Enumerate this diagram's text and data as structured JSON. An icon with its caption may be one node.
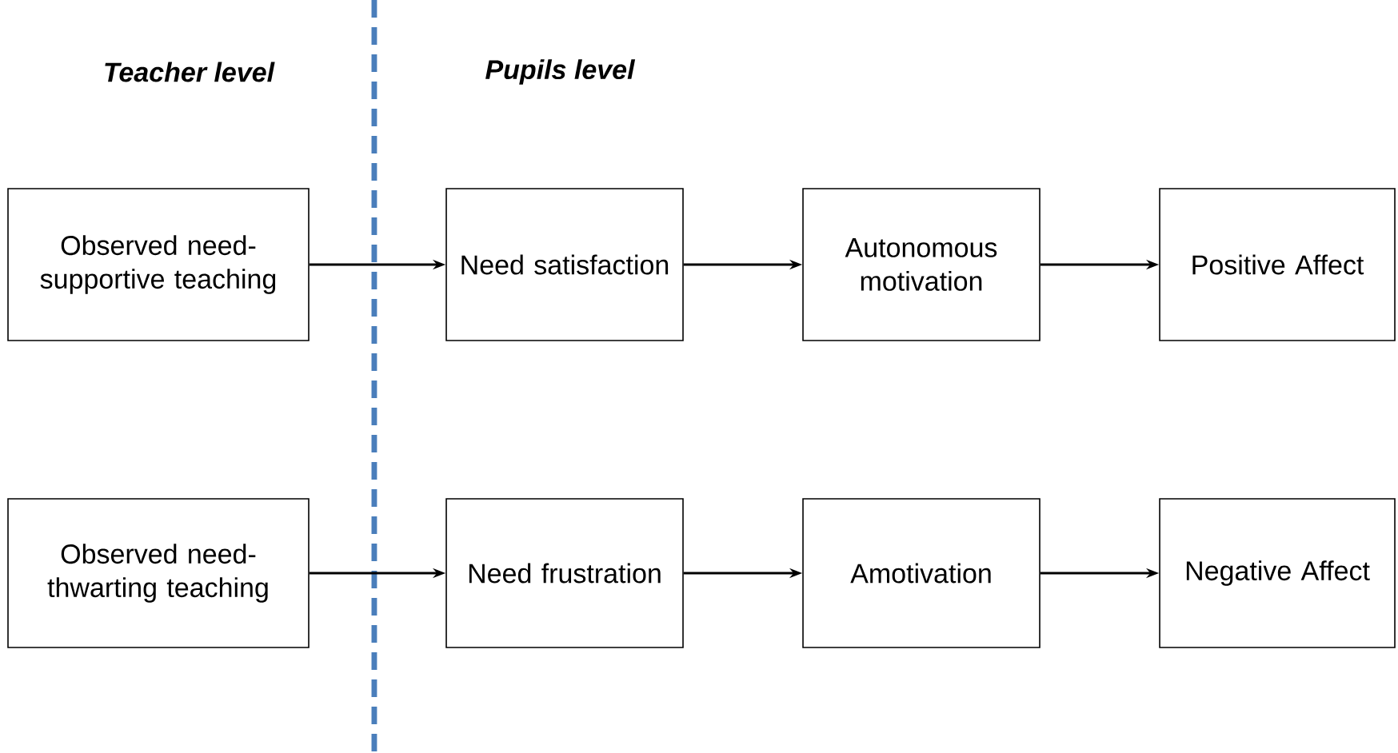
{
  "diagram": {
    "nodes": [
      {
        "text": [
          "Observed need-supportive teaching"
        ]
      },
      {
        "text": [
          "Need satisfaction"
        ]
      },
      {
        "text": [
          "Autonomous motivation"
        ]
      },
      {
        "text": [
          "Positive Affect"
        ]
      },
      {
        "text": [
          "Observed need-thwarting teaching"
        ]
      },
      {
        "text": [
          "Need frustration"
        ]
      },
      {
        "text": [
          "Amotivation"
        ]
      },
      {
        "text": [
          "Negative Affect"
        ]
      }
    ],
    "edges": [
      {
        "from": 0,
        "to": 1,
        "arrow": "to"
      },
      {
        "from": 1,
        "to": 2,
        "arrow": "to"
      },
      {
        "from": 2,
        "to": 3,
        "arrow": "to"
      },
      {
        "from": 4,
        "to": 5,
        "arrow": "to"
      },
      {
        "from": 5,
        "to": 6,
        "arrow": "to"
      },
      {
        "from": 6,
        "to": 7,
        "arrow": "to"
      }
    ],
    "labels": [
      "Teacher level",
      "Pupils level"
    ]
  }
}
